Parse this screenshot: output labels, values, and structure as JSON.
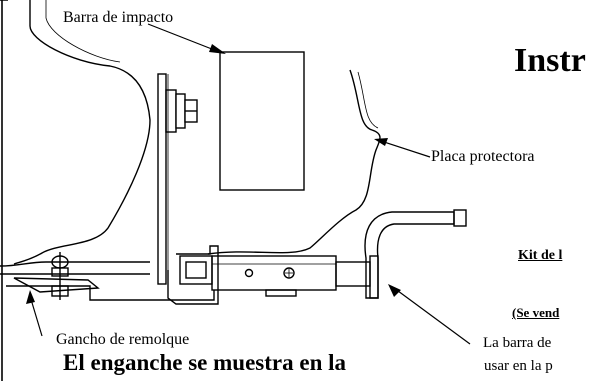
{
  "labels": {
    "impact_bar": "Barra de impacto",
    "protector_plate": "Placa protectora",
    "tow_hook": "Gancho de remolque"
  },
  "header": {
    "title": "Instr",
    "kit": "Kit de l",
    "sold": "(Se vend"
  },
  "description": {
    "line1": "La barra de",
    "line2": "usar en la p"
  },
  "caption": "El enganche se muestra en la",
  "colors": {
    "ink": "#000000",
    "background": "#ffffff"
  }
}
